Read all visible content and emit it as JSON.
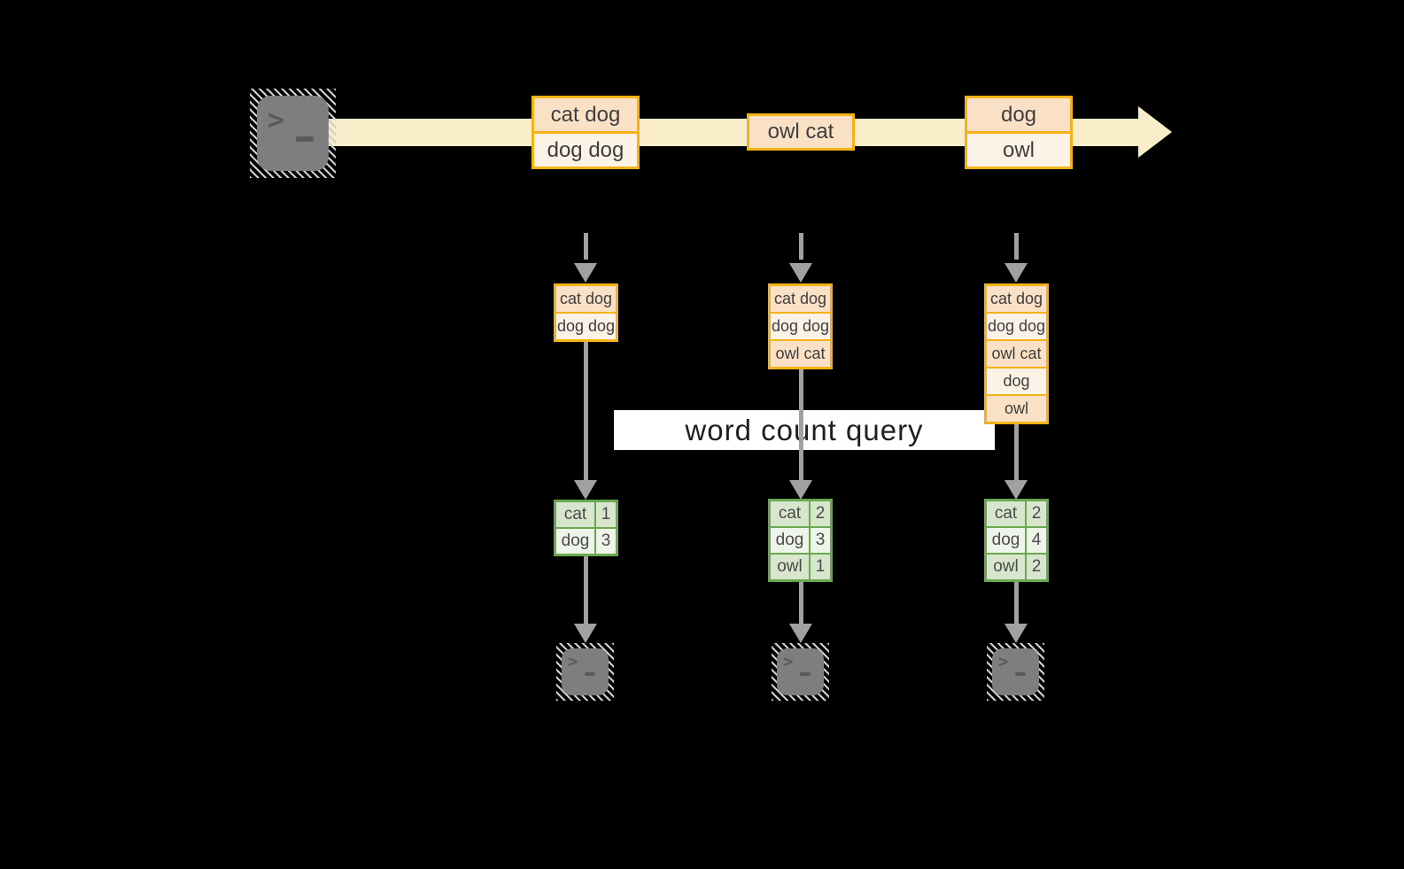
{
  "banner": {
    "label": "word count query"
  },
  "terminal": {
    "chevron": ">"
  },
  "stream": {
    "batches": [
      {
        "items": [
          "cat dog",
          "dog dog"
        ]
      },
      {
        "items": [
          "owl cat"
        ]
      },
      {
        "items": [
          "dog",
          "owl"
        ]
      }
    ]
  },
  "columns": [
    {
      "state": [
        "cat dog",
        "dog dog"
      ],
      "counts": [
        [
          "cat",
          "1"
        ],
        [
          "dog",
          "3"
        ]
      ]
    },
    {
      "state": [
        "cat dog",
        "dog dog",
        "owl cat"
      ],
      "counts": [
        [
          "cat",
          "2"
        ],
        [
          "dog",
          "3"
        ],
        [
          "owl",
          "1"
        ]
      ]
    },
    {
      "state": [
        "cat dog",
        "dog dog",
        "owl cat",
        "dog",
        "owl"
      ],
      "counts": [
        [
          "cat",
          "2"
        ],
        [
          "dog",
          "4"
        ],
        [
          "owl",
          "2"
        ]
      ]
    }
  ],
  "colors": {
    "background": "#000000",
    "stream_band": "#FAEDC9",
    "box_border": "#F4B217",
    "cell_peach": "#FAE1C5",
    "cell_cream": "#FDF2E6",
    "table_border": "#6AA84F",
    "row_green_dark": "#D7E6CC",
    "row_green_light": "#EEF4E9",
    "arrow_gray": "#A1A1A1",
    "banner_bg": "#FFFFFF",
    "text": "#3E3E3E"
  }
}
